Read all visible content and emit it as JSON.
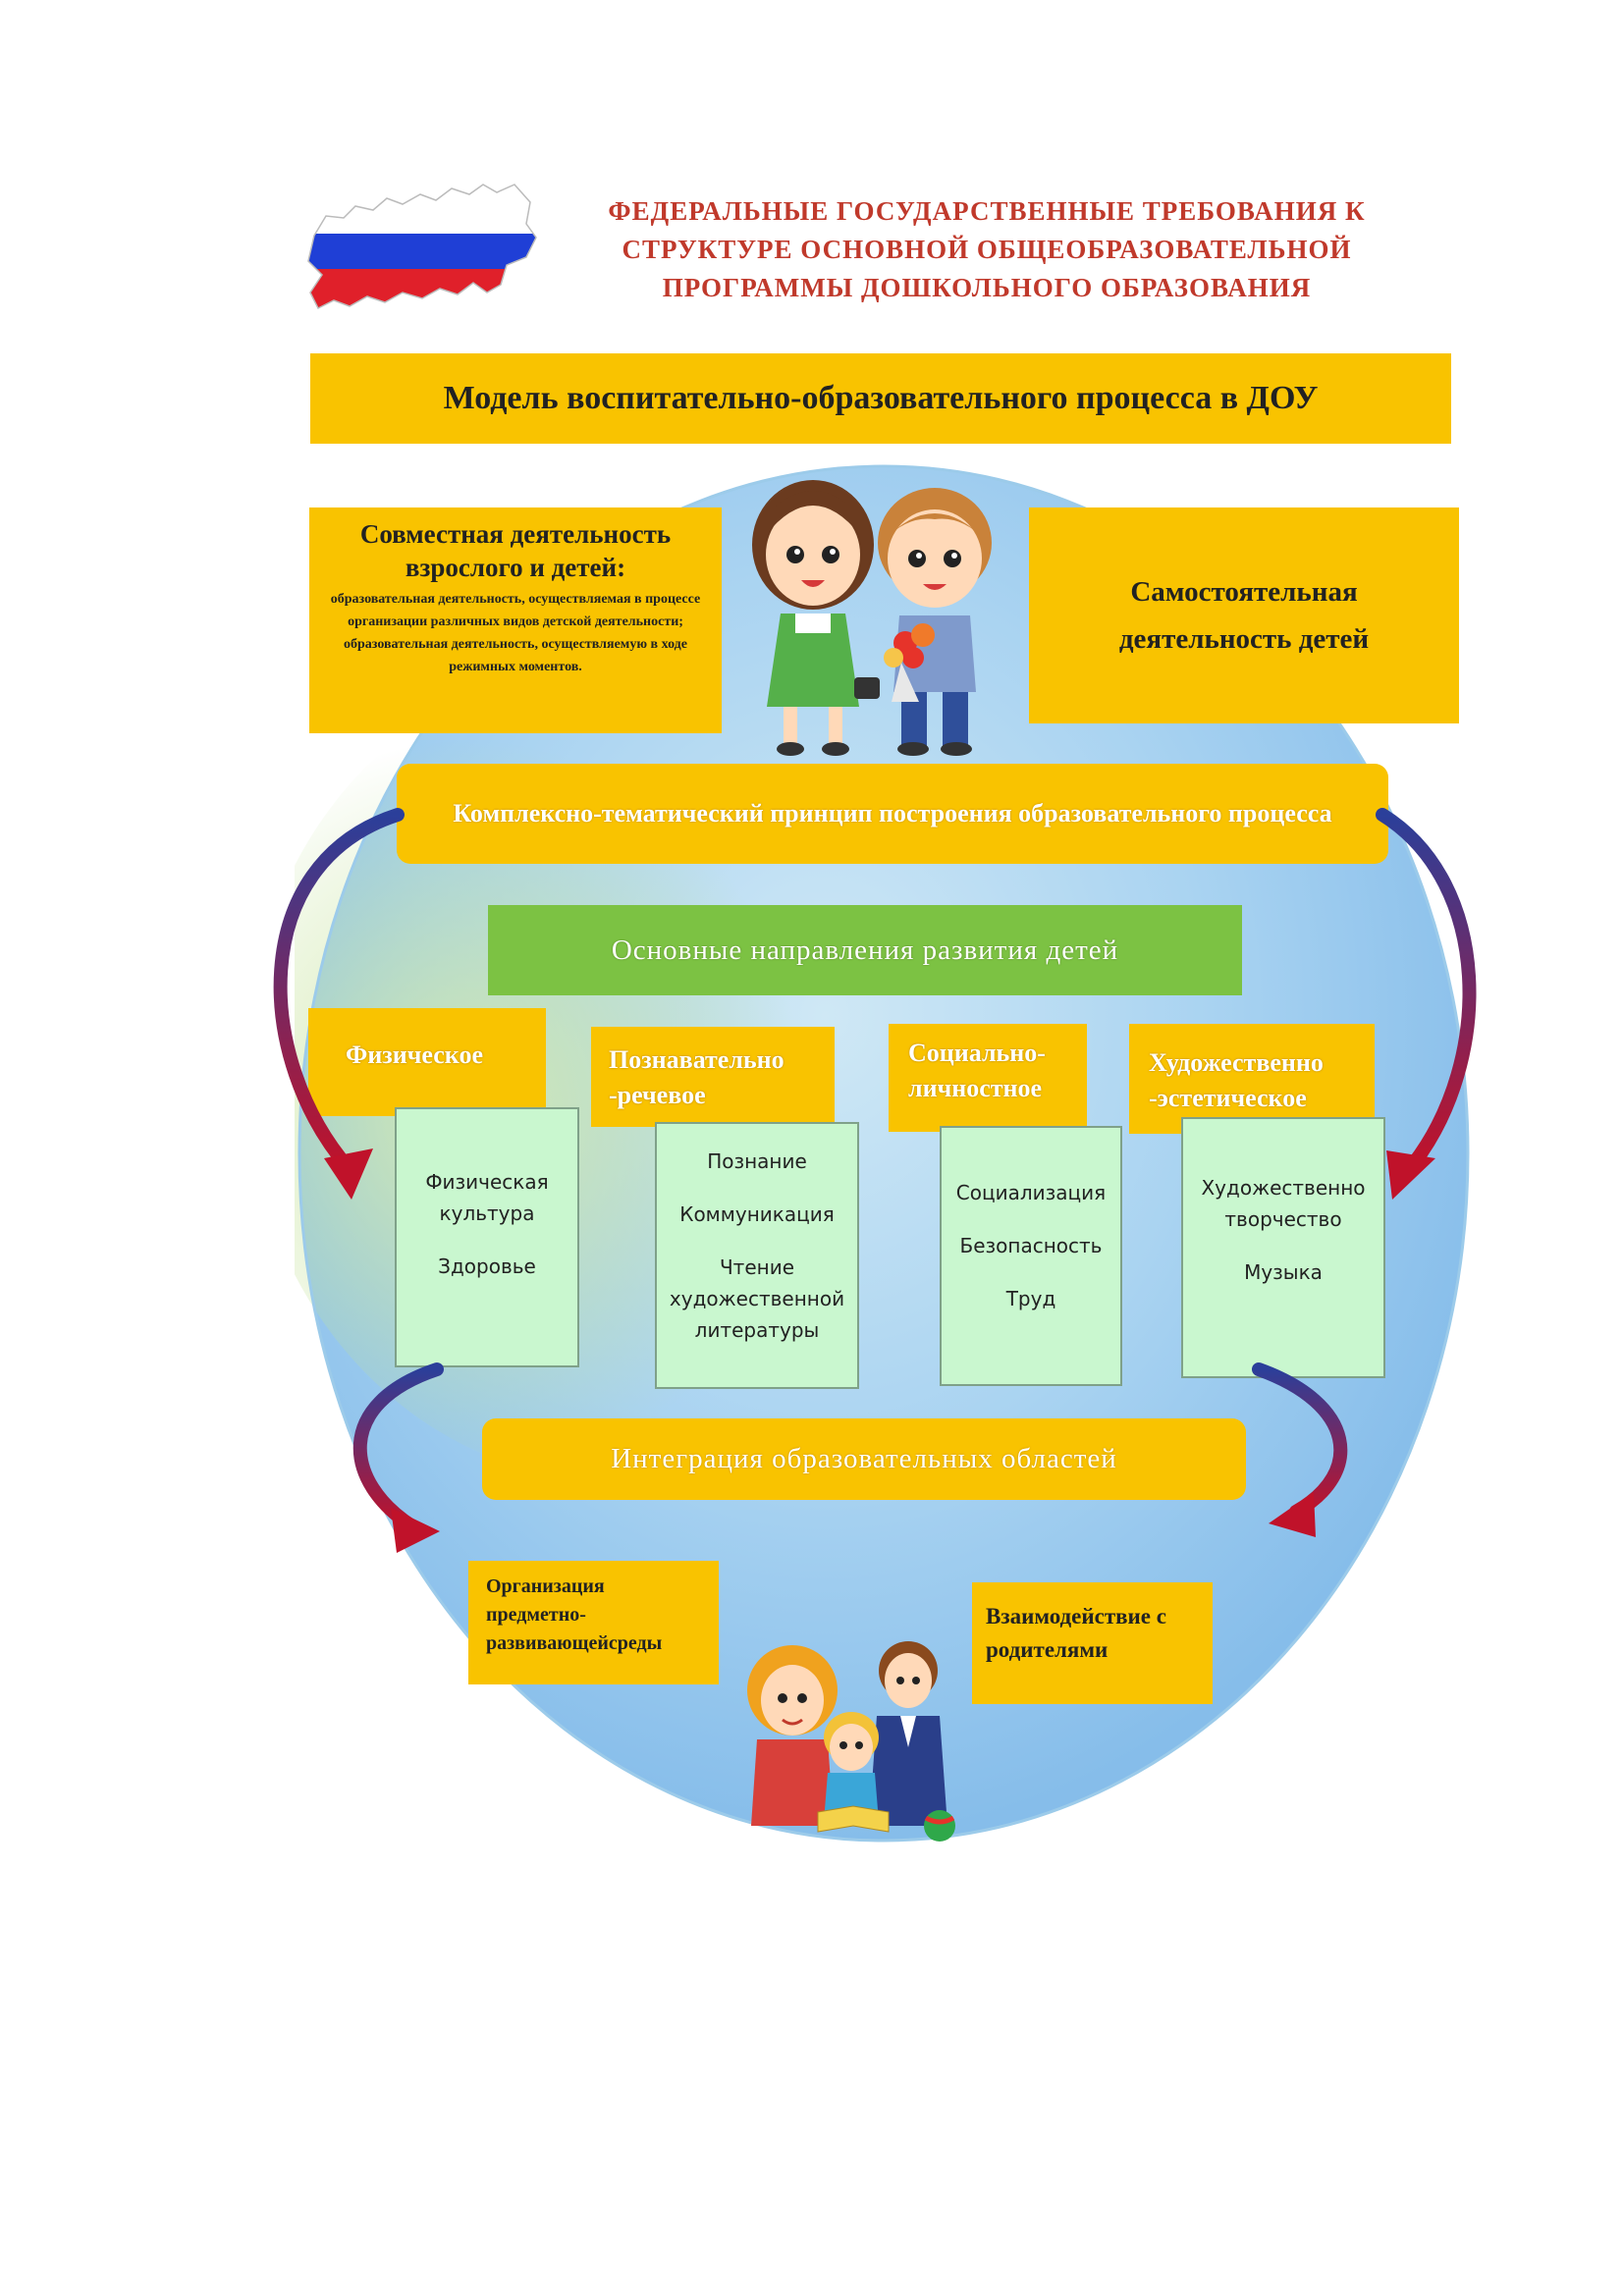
{
  "header": {
    "line1": "ФЕДЕРАЛЬНЫЕ ГОСУДАРСТВЕННЫЕ ТРЕБОВАНИЯ К",
    "line2": "СТРУКТУРЕ ОСНОВНОЙ ОБЩЕОБРАЗОВАТЕЛЬНОЙ",
    "line3": "ПРОГРАММЫ ДОШКОЛЬНОГО ОБРАЗОВАНИЯ"
  },
  "model_title": "Модель воспитательно-образовательного процесса в ДОУ",
  "joint_activity": {
    "title_line1": "Совместная деятельность",
    "title_line2": "взрослого и детей:",
    "description": "образовательная деятельность, осуществляемая в процессе организации различных видов детской деятельности; образовательная деятельность, осуществляемую в ходе режимных моментов."
  },
  "independent_activity": {
    "line1": "Самостоятельная",
    "line2": "деятельность детей"
  },
  "principle": "Комплексно-тематический принцип построения образовательного процесса",
  "directions_title": "Основные направления развития детей",
  "directions": [
    {
      "name": "Физическое",
      "items": [
        "Физическая культура",
        "Здоровье"
      ]
    },
    {
      "name_line1": "Познавательно",
      "name_line2": "-речевое",
      "items": [
        "Познание",
        "Коммуникация",
        "Чтение художественной литературы"
      ]
    },
    {
      "name_line1": "Социально-",
      "name_line2": "личностное",
      "items": [
        "Социализация",
        "Безопасность",
        "Труд"
      ]
    },
    {
      "name_line1": "Художественно",
      "name_line2": "-эстетическое",
      "items": [
        "Художественно творчество",
        "Музыка"
      ]
    }
  ],
  "integration": "Интеграция образовательных областей",
  "environment": {
    "line1": "Организация",
    "line2": "предметно-",
    "line3": "развивающейсреды"
  },
  "parents": {
    "line1": "Взаимодействие с",
    "line2": "родителями"
  },
  "colors": {
    "header_red": "#c0392b",
    "yellow": "#f9c300",
    "green": "#7cc243",
    "mint": "#c9f7cf",
    "arrow_red": "#c0122a",
    "arrow_blue": "#2b3f9a",
    "globe_blue": "#a8d2f2"
  },
  "icons": [
    "russia-map-icon",
    "children-illustration",
    "family-illustration"
  ]
}
